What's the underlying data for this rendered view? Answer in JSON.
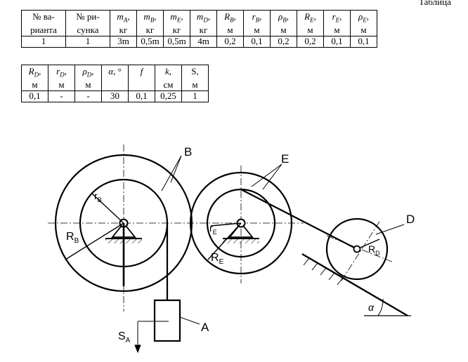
{
  "caption": "Таблица",
  "table1": {
    "headers": [
      {
        "top": "№ ва-",
        "bottom": "рианта"
      },
      {
        "top": "№ ри-",
        "bottom": "сунка"
      },
      {
        "sym": "m",
        "sub": "A",
        "tail": ",",
        "unit": "кг"
      },
      {
        "sym": "m",
        "sub": "B",
        "tail": ",",
        "unit": "кг"
      },
      {
        "sym": "m",
        "sub": "E",
        "tail": ",",
        "unit": "кг"
      },
      {
        "sym": "m",
        "sub": "D",
        "tail": ",",
        "unit": "кг"
      },
      {
        "sym": "R",
        "sub": "B",
        "tail": ",",
        "unit": "м"
      },
      {
        "sym": "r",
        "sub": "B",
        "tail": ",",
        "unit": "м"
      },
      {
        "sym": "ρ",
        "sub": "B",
        "tail": ",",
        "unit": "м"
      },
      {
        "sym": "R",
        "sub": "E",
        "tail": ",",
        "unit": "м"
      },
      {
        "sym": "r",
        "sub": "E",
        "tail": ",",
        "unit": "м"
      },
      {
        "sym": "ρ",
        "sub": "E",
        "tail": ",",
        "unit": "м"
      }
    ],
    "values": [
      "1",
      "1",
      "3m",
      "0,5m",
      "0,5m",
      "4m",
      "0,2",
      "0,1",
      "0,2",
      "0,2",
      "0,1",
      "0,1"
    ]
  },
  "table2": {
    "headers": [
      {
        "sym": "R",
        "sub": "D",
        "tail": ",",
        "unit": "м"
      },
      {
        "sym": "r",
        "sub": "D",
        "tail": ",",
        "unit": "м"
      },
      {
        "sym": "ρ",
        "sub": "D",
        "tail": ",",
        "unit": "м"
      },
      {
        "sym": "α",
        "sub": "",
        "tail": ", °",
        "unit": ""
      },
      {
        "sym": "f",
        "sub": "",
        "tail": "",
        "unit": ""
      },
      {
        "sym": "k",
        "sub": "",
        "tail": ",",
        "unit": "см"
      },
      {
        "sym": "S",
        "sub": "",
        "tail": ",",
        "unit": "м"
      }
    ],
    "values": [
      "0,1",
      "-",
      "-",
      "30",
      "0,1",
      "0,25",
      "1"
    ]
  },
  "figure": {
    "labels": {
      "B": "B",
      "E": "E",
      "D": "D",
      "A": "A",
      "rB": {
        "main": "r",
        "sub": "B"
      },
      "RB": {
        "main": "R",
        "sub": "B"
      },
      "rE": {
        "main": "r",
        "sub": "E"
      },
      "RE": {
        "main": "R",
        "sub": "E"
      },
      "RD": {
        "main": "R",
        "sub": "D"
      },
      "SA": {
        "main": "S",
        "sub": "A"
      },
      "alpha": "α"
    }
  }
}
